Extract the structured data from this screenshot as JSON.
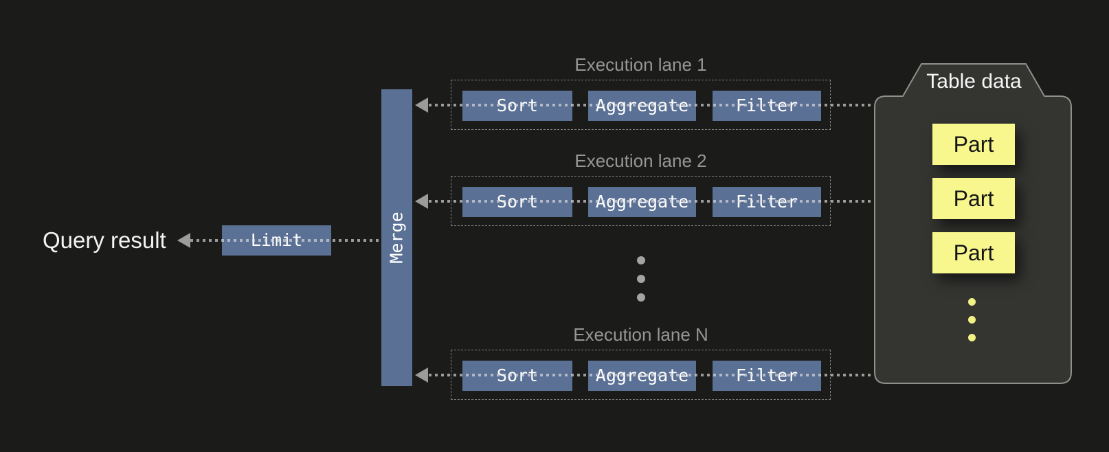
{
  "colors": {
    "bg": "#1b1b19",
    "accent": "#5b7095",
    "panel": "#343431",
    "panel-border": "#8f8f8c",
    "part-yellow": "#f7f78d",
    "line-gray": "#9c9c9c",
    "label-gray": "#969696"
  },
  "query_result": {
    "label": "Query result"
  },
  "pipeline": {
    "limit_label": "Limit",
    "merge_label": "Merge"
  },
  "lanes": [
    {
      "label": "Execution lane 1",
      "operators": [
        "Sort",
        "Aggregate",
        "Filter"
      ]
    },
    {
      "label": "Execution lane 2",
      "operators": [
        "Sort",
        "Aggregate",
        "Filter"
      ]
    },
    {
      "label": "Execution lane N",
      "operators": [
        "Sort",
        "Aggregate",
        "Filter"
      ]
    }
  ],
  "table_data": {
    "title": "Table data",
    "parts": [
      "Part",
      "Part",
      "Part"
    ]
  }
}
